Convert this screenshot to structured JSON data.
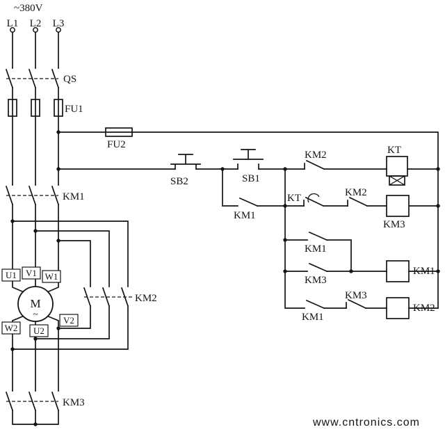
{
  "supply": {
    "voltage": "~380V",
    "phases": [
      "L1",
      "L2",
      "L3"
    ]
  },
  "power": {
    "disconnect": "QS",
    "fuse_main": "FU1",
    "fuse_control": "FU2",
    "km1_main_contacts": "KM1",
    "km2_delta_contacts": "KM2",
    "km3_star_contacts": "KM3"
  },
  "motor": {
    "symbol": "M",
    "phase_mark": "~",
    "terminals_top": [
      "U1",
      "V1",
      "W1"
    ],
    "terminals_bottom": [
      "W2",
      "U2",
      "V2"
    ]
  },
  "control": {
    "stop_button": "SB2",
    "start_button": "SB1",
    "km1_selfhold_contact": "KM1",
    "km2_interlock_row1": "KM2",
    "kt_coil": "KT",
    "kt_delayed_contact": "KT",
    "km2_interlock_row2": "KM2",
    "km3_coil": "KM3",
    "km1_contact_row3": "KM1",
    "km3_contact_row4": "KM3",
    "km1_coil": "KM1",
    "km1_contact_row5": "KM1",
    "km3_interlock_row5": "KM3",
    "km2_coil": "KM2"
  },
  "watermark": {
    "text": "www.cntronics.com",
    "color": "#8fd48f"
  },
  "colors": {
    "wire": "#141414",
    "watermark": "#8fd48f"
  }
}
